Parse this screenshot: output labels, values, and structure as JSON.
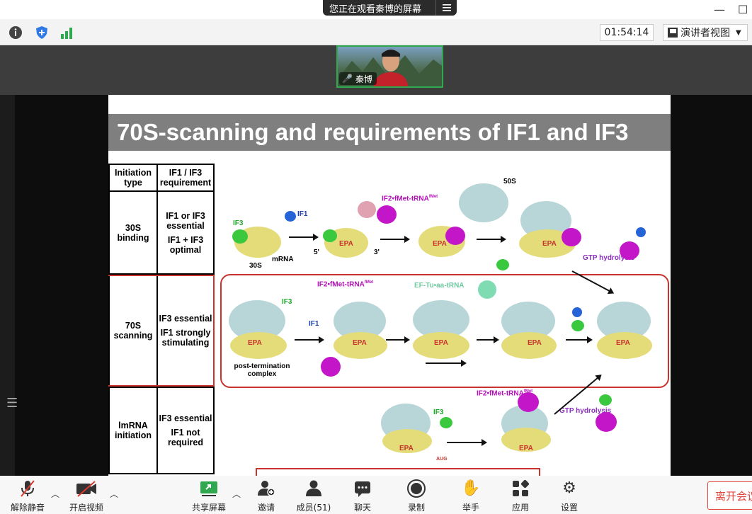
{
  "banner": {
    "sharing_text": "您正在观看秦博的屏幕",
    "menu_icon": "menu-icon"
  },
  "toolbar": {
    "timer": "01:54:14",
    "view_label": "演讲者视图",
    "icons": [
      "info-icon",
      "shield-icon",
      "signal-icon"
    ]
  },
  "video": {
    "participant_name": "秦博"
  },
  "slide": {
    "title": "70S-scanning and requirements of IF1 and IF3",
    "table": {
      "headers": [
        "Initiation type",
        "IF1 / IF3 requirement"
      ],
      "rows": [
        {
          "type": "30S binding",
          "req": [
            "IF1 or IF3 essential",
            "IF1 + IF3 optimal"
          ]
        },
        {
          "type": "70S scanning",
          "req": [
            "IF3 essential",
            "IF1 strongly stimulating"
          ]
        },
        {
          "type": "lmRNA initiation",
          "req": [
            "IF3 essential",
            "IF1 not required"
          ]
        }
      ]
    },
    "labels": {
      "if3": "IF3",
      "if1": "IF1",
      "s30": "30S",
      "mrna": "mRNA",
      "s50": "50S",
      "if2_fmet": "IF2•fMet-tRNA",
      "fmet_sup": "fMet",
      "gtp_hydrolysis": "GTP hydrolysis",
      "ef_tu": "EF-Tu•aa-tRNA",
      "post_term": "post-termination complex",
      "epa": "EPA",
      "five_prime": "5'",
      "three_prime": "3'",
      "aug": "AUG"
    }
  },
  "controls": {
    "unmute": "解除静音",
    "start_video": "开启视频",
    "share_screen": "共享屏幕",
    "invite": "邀请",
    "members": "成员(51)",
    "chat": "聊天",
    "record": "录制",
    "raise_hand": "举手",
    "apps": "应用",
    "settings": "设置",
    "leave": "离开会议"
  }
}
